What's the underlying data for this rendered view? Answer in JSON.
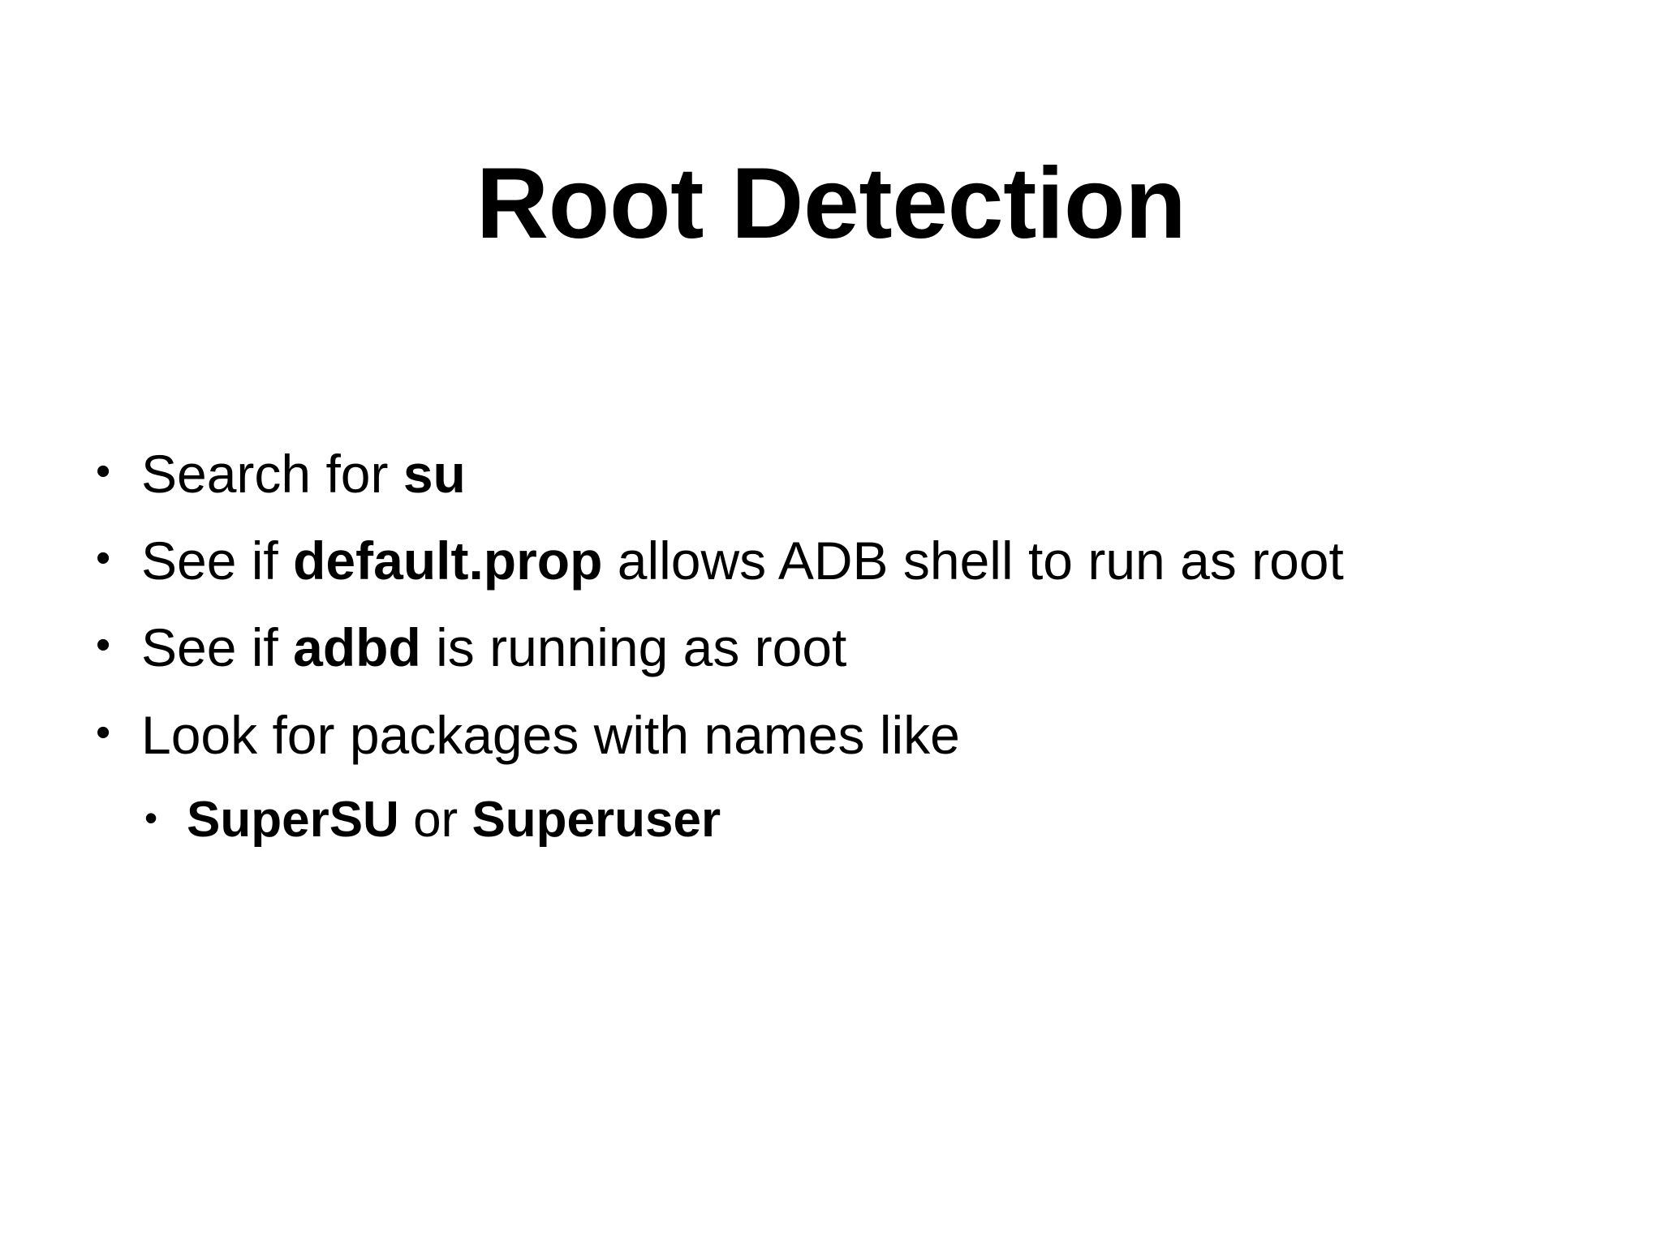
{
  "slide": {
    "title": "Root Detection",
    "background_color": "#ffffff",
    "text_color": "#000000",
    "bullet_glyph": "•",
    "bullets": [
      {
        "level": 1,
        "plain_text": "Search for su",
        "runs": [
          {
            "text": "Search for ",
            "bold": false
          },
          {
            "text": "su",
            "bold": true
          }
        ]
      },
      {
        "level": 1,
        "plain_text": "See if default.prop allows ADB shell to run as root",
        "runs": [
          {
            "text": "See if ",
            "bold": false
          },
          {
            "text": "default.prop",
            "bold": true
          },
          {
            "text": " allows ADB shell to run as root",
            "bold": false
          }
        ]
      },
      {
        "level": 1,
        "plain_text": "See if adbd is running as root",
        "runs": [
          {
            "text": "See if ",
            "bold": false
          },
          {
            "text": "adbd",
            "bold": true
          },
          {
            "text": " is running as root",
            "bold": false
          }
        ]
      },
      {
        "level": 1,
        "plain_text": "Look for packages with names like",
        "runs": [
          {
            "text": "Look for packages with names like",
            "bold": false
          }
        ]
      },
      {
        "level": 2,
        "plain_text": "SuperSU or Superuser",
        "runs": [
          {
            "text": "SuperSU",
            "bold": true
          },
          {
            "text": " or ",
            "bold": false
          },
          {
            "text": "Superuser",
            "bold": true
          }
        ]
      }
    ]
  }
}
